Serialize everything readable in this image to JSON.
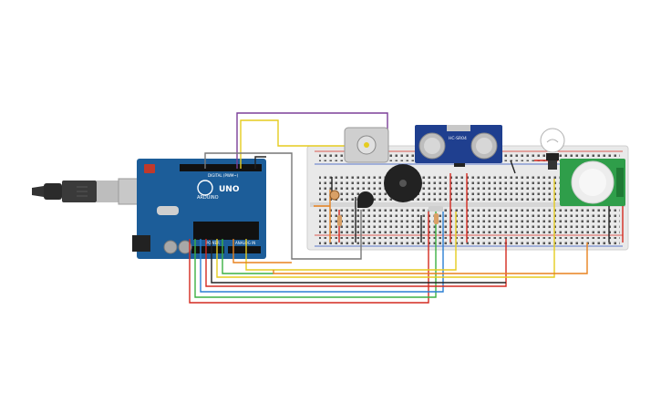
{
  "arduino": {
    "brand": "ARDUINO",
    "model": "UNO",
    "pin_labels": {
      "digital": "DIGITAL (PWM~)",
      "power": "POWER",
      "analog": "ANALOG IN"
    }
  },
  "ultrasonic_sensor": {
    "model": "HC-SR04"
  },
  "components": [
    {
      "name": "Arduino Uno",
      "icon": "arduino-board-icon"
    },
    {
      "name": "Breadboard",
      "icon": "breadboard-icon"
    },
    {
      "name": "DC Motor",
      "icon": "dc-motor-icon"
    },
    {
      "name": "Ultrasonic Sensor",
      "icon": "ultrasonic-sensor-icon"
    },
    {
      "name": "Piezo Buzzer",
      "icon": "buzzer-icon"
    },
    {
      "name": "Light Bulb",
      "icon": "light-bulb-icon"
    },
    {
      "name": "PIR Sensor",
      "icon": "pir-sensor-icon"
    },
    {
      "name": "Photoresistor",
      "icon": "photoresistor-icon"
    },
    {
      "name": "Transistor",
      "icon": "transistor-icon"
    },
    {
      "name": "Resistors",
      "icon": "resistor-icon"
    },
    {
      "name": "USB Cable",
      "icon": "usb-cable-icon"
    }
  ],
  "wire_colors": {
    "red": "#d42a20",
    "black": "#222222",
    "purple": "#7b3f98",
    "yellow": "#e5cc1f",
    "orange": "#e8821e",
    "green": "#3cb043",
    "blue": "#2a7fd4",
    "gray": "#777777",
    "teal": "#1fb5b5",
    "brown": "#8b5a2b"
  },
  "board_color": "#1c5d99",
  "breadboard_color": "#e9e9e9"
}
